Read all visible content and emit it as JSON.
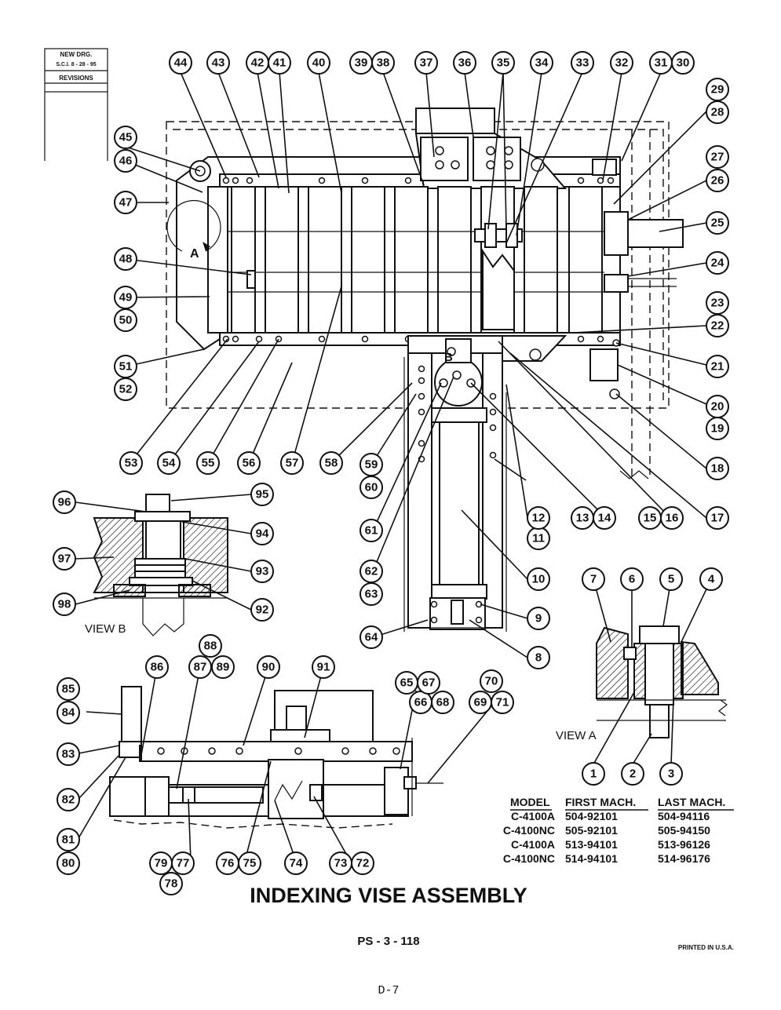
{
  "title": "INDEXING VISE ASSEMBLY",
  "page_code": "PS - 3 - 118",
  "printed": "PRINTED IN U.S.A.",
  "page_number": "D-7",
  "revision_box": {
    "line1": "NEW DRG.",
    "line2": "S.C.I. 8 - 28 - 95",
    "line3": "REVISIONS"
  },
  "view_labels": {
    "view_a": "VIEW A",
    "view_b": "VIEW B",
    "detail_a": "A",
    "detail_b": "B"
  },
  "model_table": {
    "headers": [
      "MODEL",
      "FIRST MACH.",
      "LAST MACH."
    ],
    "rows": [
      [
        "C-4100A",
        "504-92101",
        "504-94116"
      ],
      [
        "C-4100NC",
        "505-92101",
        "505-94150"
      ],
      [
        "C-4100A",
        "513-94101",
        "513-96126"
      ],
      [
        "C-4100NC",
        "514-94101",
        "514-96176"
      ]
    ]
  },
  "callouts": [
    "1",
    "2",
    "3",
    "4",
    "5",
    "6",
    "7",
    "8",
    "9",
    "10",
    "11",
    "12",
    "13",
    "14",
    "15",
    "16",
    "17",
    "18",
    "19",
    "20",
    "21",
    "22",
    "23",
    "24",
    "25",
    "26",
    "27",
    "28",
    "29",
    "30",
    "31",
    "32",
    "33",
    "34",
    "35",
    "36",
    "37",
    "38",
    "39",
    "40",
    "41",
    "42",
    "43",
    "44",
    "45",
    "46",
    "47",
    "48",
    "49",
    "50",
    "51",
    "52",
    "53",
    "54",
    "55",
    "56",
    "57",
    "58",
    "59",
    "60",
    "61",
    "62",
    "63",
    "64",
    "65",
    "66",
    "67",
    "68",
    "69",
    "70",
    "71",
    "72",
    "73",
    "74",
    "75",
    "76",
    "77",
    "78",
    "79",
    "80",
    "81",
    "82",
    "83",
    "84",
    "85",
    "86",
    "87",
    "88",
    "89",
    "90",
    "91",
    "92",
    "93",
    "94",
    "95",
    "96",
    "97",
    "98"
  ]
}
